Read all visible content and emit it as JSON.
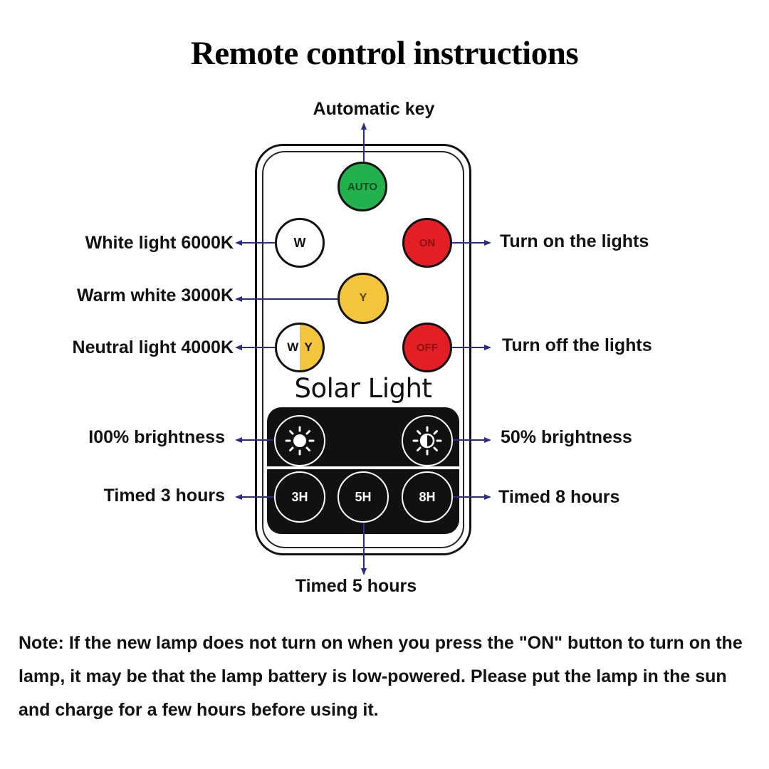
{
  "title": "Remote control instructions",
  "labels": {
    "automatic_key": "Automatic key",
    "white_light": "White light 6000K",
    "warm_white": "Warm white 3000K",
    "neutral_light": "Neutral light 4000K",
    "turn_on": "Turn on the lights",
    "turn_off": "Turn off the lights",
    "brightness_100": "I00% brightness",
    "brightness_50": "50% brightness",
    "timed_3": "Timed 3 hours",
    "timed_8": "Timed 8 hours",
    "timed_5": "Timed 5 hours"
  },
  "remote": {
    "brand": "Solar Light",
    "buttons": {
      "auto": "AUTO",
      "w": "W",
      "on": "ON",
      "y": "Y",
      "wy_w": "W",
      "wy_y": "Y",
      "off": "OFF",
      "h3": "3H",
      "h5": "5H",
      "h8": "8H"
    }
  },
  "note": "Note: If the new lamp does not turn on when you press the \"ON\" button to turn on the lamp, it may be that the lamp battery is low-powered. Please put the lamp in the sun and charge for a few hours before using it.",
  "colors": {
    "auto": "#22b14c",
    "on_off": "#e31e24",
    "yellow": "#f2c53d",
    "arrow": "#2b2b8c"
  },
  "icons": {
    "brightness_100": "sun-full-icon",
    "brightness_50": "sun-half-icon"
  }
}
